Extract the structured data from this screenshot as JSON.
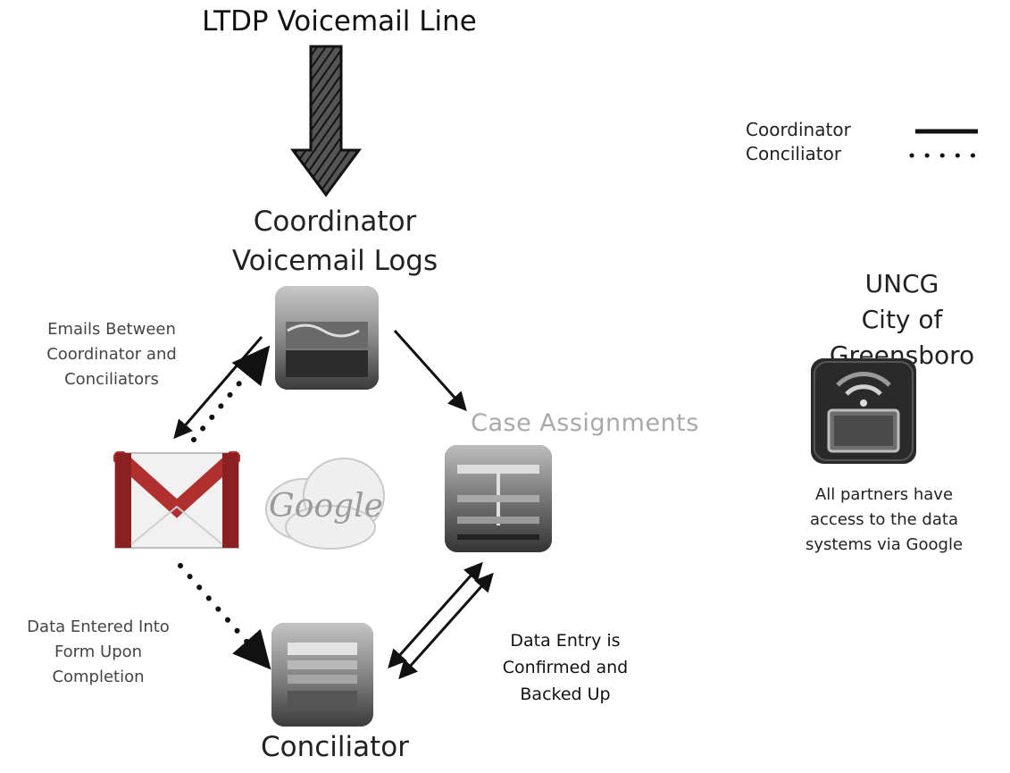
{
  "title": "LTDP Voicemail Line",
  "coordinator_node": {
    "line1": "Coordinator",
    "line2": "Voicemail Logs"
  },
  "conciliator_node": {
    "label": "Conciliator"
  },
  "case_node": {
    "label": "Case Assignments"
  },
  "google_logo_text": "Google",
  "legend": {
    "coordinator": "Coordinator",
    "conciliator": "Conciliator"
  },
  "org": {
    "line1": "UNCG",
    "line2": "City of Greensboro"
  },
  "partners_note": {
    "line1": "All partners have",
    "line2": "access to the data",
    "line3": "systems via Google"
  },
  "emails_note": {
    "line1": "Emails Between",
    "line2": "Coordinator and",
    "line3": "Conciliators"
  },
  "data_entered_note": {
    "line1": "Data Entered Into",
    "line2": "Form Upon",
    "line3": "Completion"
  },
  "data_entry_note": {
    "line1": "Data Entry is",
    "line2": "Confirmed and",
    "line3": "Backed Up"
  },
  "colors": {
    "line": "#111111",
    "muted_text": "#a9a9a9",
    "gmail_red": "#b03030",
    "tile_dark": "#333333"
  },
  "icons": [
    "voicemail-tile-icon",
    "gmail-icon",
    "google-cloud-icon",
    "case-tile-icon",
    "form-tile-icon",
    "wifi-folder-icon"
  ]
}
